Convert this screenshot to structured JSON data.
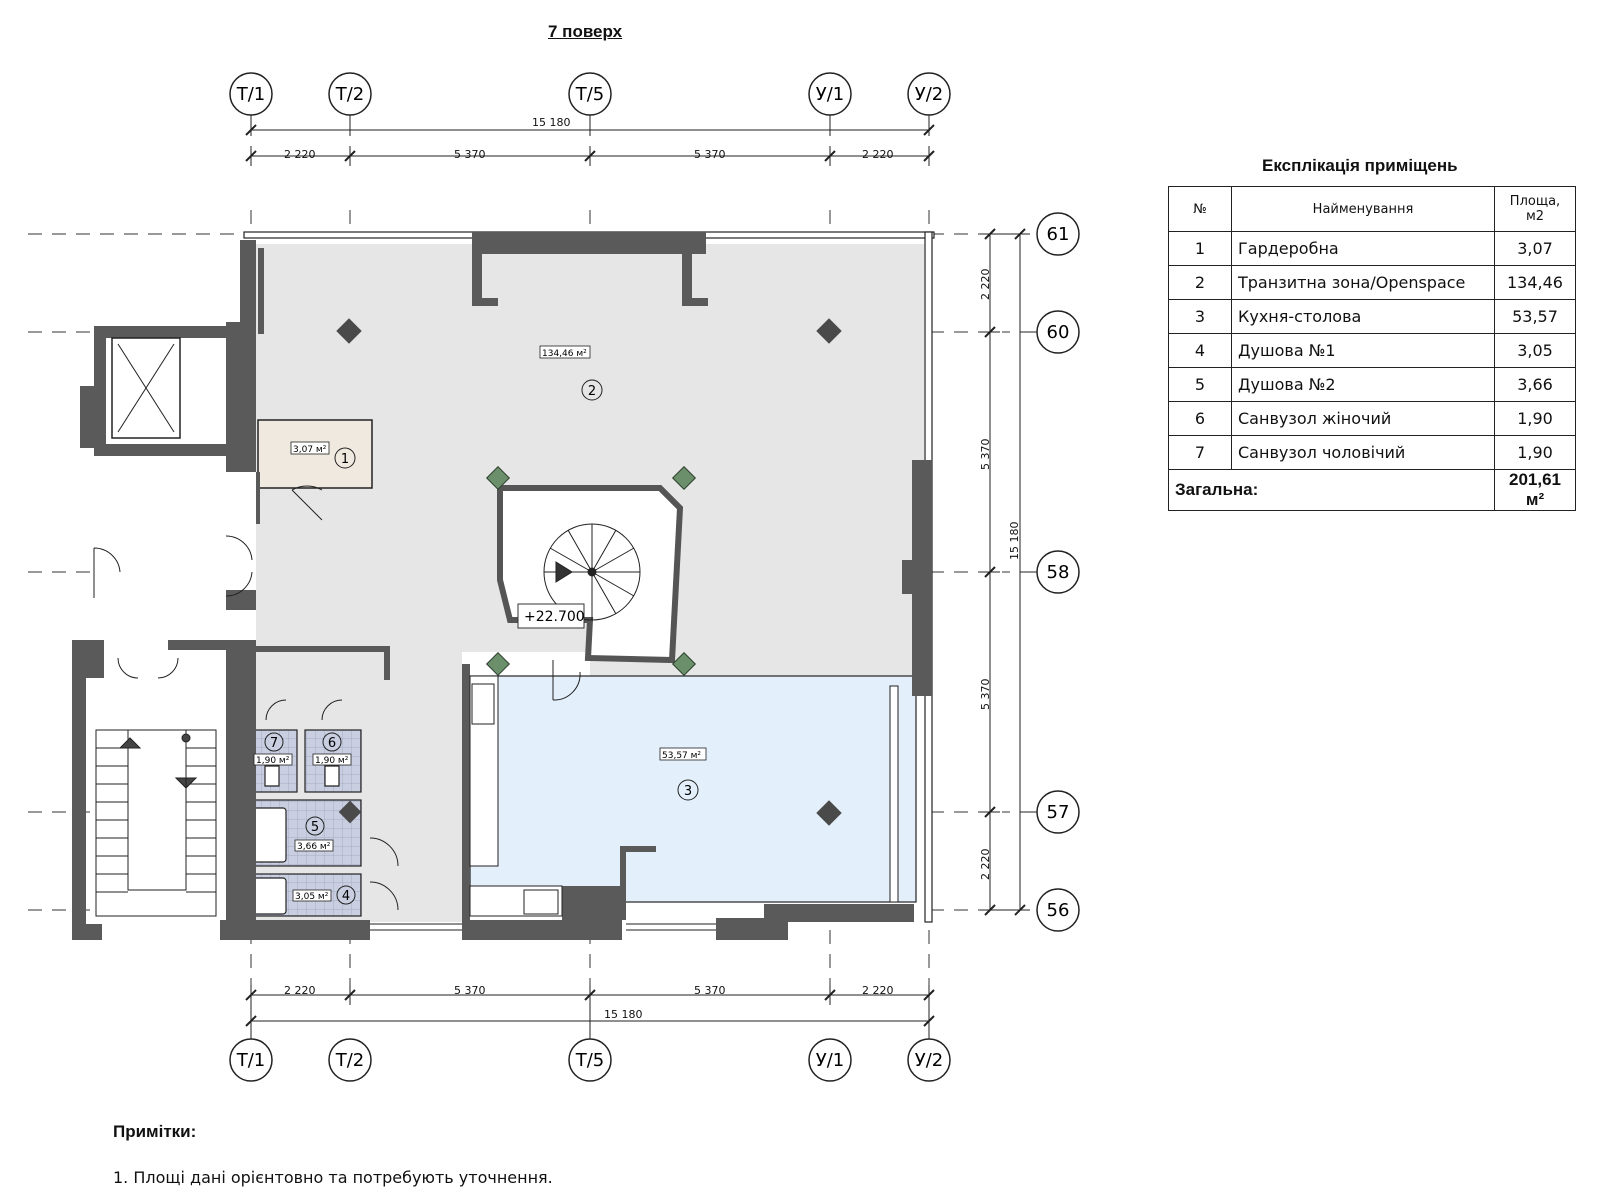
{
  "title": "7 поверх",
  "axes_top": [
    "Т/1",
    "Т/2",
    "Т/5",
    "У/1",
    "У/2"
  ],
  "axes_bottom": [
    "Т/1",
    "Т/2",
    "Т/5",
    "У/1",
    "У/2"
  ],
  "axes_right": [
    "61",
    "60",
    "58",
    "57",
    "56"
  ],
  "dims_horizontal": [
    "2 220",
    "5 370",
    "5 370",
    "2 220"
  ],
  "dims_horizontal_total": "15 180",
  "dims_vertical": [
    "2 220",
    "5 370",
    "5 370",
    "2 220"
  ],
  "dims_vertical_total": "15 180",
  "level_mark": "+22.700",
  "room_tags": [
    {
      "num": "1",
      "area": "3,07 м²"
    },
    {
      "num": "2",
      "area": "134,46 м²"
    },
    {
      "num": "3",
      "area": "53,57 м²"
    },
    {
      "num": "4",
      "area": "3,05 м²"
    },
    {
      "num": "5",
      "area": "3,66 м²"
    },
    {
      "num": "6",
      "area": "1,90 м²"
    },
    {
      "num": "7",
      "area": "1,90 м²"
    }
  ],
  "explication": {
    "title": "Експлікація приміщень",
    "headers": [
      "№",
      "Найменування",
      "Площа, м2"
    ],
    "rows": [
      {
        "num": "1",
        "name": "Гардеробна",
        "area": "3,07"
      },
      {
        "num": "2",
        "name": "Транзитна зона/Openspace",
        "area": "134,46"
      },
      {
        "num": "3",
        "name": "Кухня-столова",
        "area": "53,57"
      },
      {
        "num": "4",
        "name": "Душова №1",
        "area": "3,05"
      },
      {
        "num": "5",
        "name": "Душова №2",
        "area": "3,66"
      },
      {
        "num": "6",
        "name": "Санвузол жіночий",
        "area": "1,90"
      },
      {
        "num": "7",
        "name": "Санвузол чоловічий",
        "area": "1,90"
      }
    ],
    "total_label": "Загальна:",
    "total_value": "201,61 м²"
  },
  "notes": {
    "title": "Примітки:",
    "items": [
      "1. Площі дані орієнтовно та потребують уточнення."
    ]
  }
}
